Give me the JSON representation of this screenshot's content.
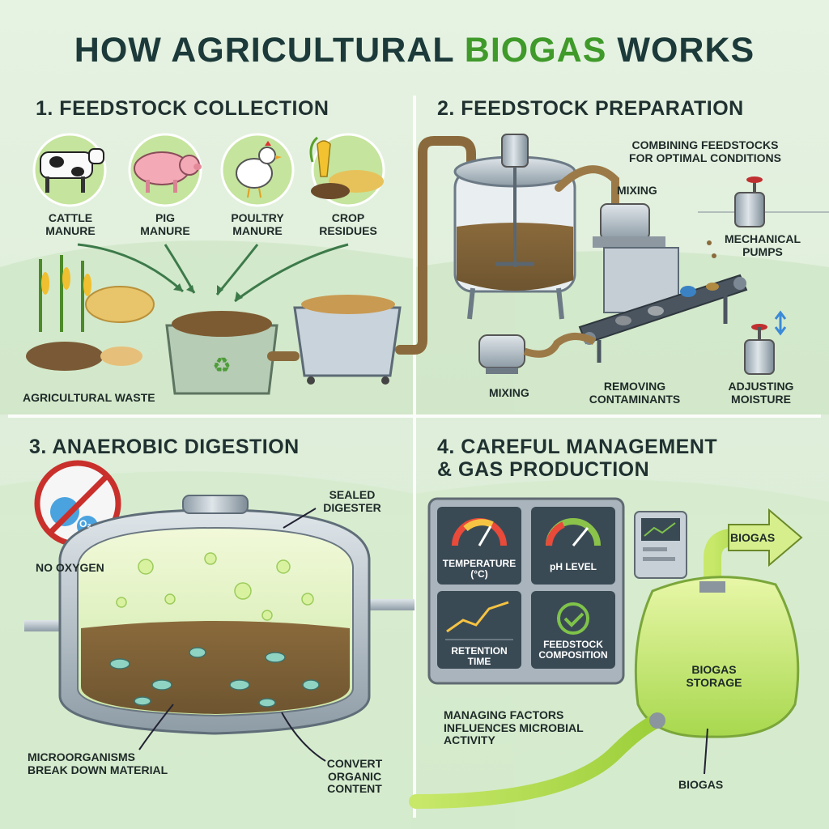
{
  "title": {
    "prefix": "HOW AGRICULTURAL ",
    "accent": "BIOGAS",
    "suffix": " WORKS"
  },
  "colors": {
    "accent_green": "#3f9a2a",
    "title_dark": "#1c3a3a",
    "screen_dark": "#3a4a55"
  },
  "sections": {
    "feedstock_collection": {
      "heading": "1. FEEDSTOCK COLLECTION",
      "sources": [
        {
          "icon": "cow-icon",
          "label_line1": "CATTLE",
          "label_line2": "MANURE"
        },
        {
          "icon": "pig-icon",
          "label_line1": "PIG",
          "label_line2": "MANURE"
        },
        {
          "icon": "chicken-icon",
          "label_line1": "POULTRY",
          "label_line2": "MANURE"
        },
        {
          "icon": "corn-icon",
          "label_line1": "CROP",
          "label_line2": "RESIDUES"
        }
      ],
      "waste_label": "AGRICULTURAL WASTE"
    },
    "feedstock_preparation": {
      "heading": "2. FEEDSTOCK PREPARATION",
      "note_line1": "COMBINING FEEDSTOCKS",
      "note_line2": "FOR OPTIMAL CONDITIONS",
      "mixing_top": "MIXING",
      "pumps_line1": "MECHANICAL",
      "pumps_line2": "PUMPS",
      "mixing_bottom": "MIXING",
      "removing_line1": "REMOVING",
      "removing_line2": "CONTAMINANTS",
      "moisture_line1": "ADJUSTING",
      "moisture_line2": "MOISTURE"
    },
    "anaerobic_digestion": {
      "heading": "3. ANAEROBIC DIGESTION",
      "no_oxygen": "NO OXYGEN",
      "o2_symbol": "O₂",
      "sealed_line1": "SEALED",
      "sealed_line2": "DIGESTER",
      "micro_line1": "MICROORGANISMS",
      "micro_line2": "BREAK DOWN MATERIAL",
      "convert_line1": "CONVERT",
      "convert_line2": "ORGANIC",
      "convert_line3": "CONTENT"
    },
    "gas_production": {
      "heading_line1": "4. CAREFUL MANAGEMENT",
      "heading_line2": "& GAS PRODUCTION",
      "temperature_line1": "TEMPERATURE",
      "temperature_line2": "(°C)",
      "ph": "pH LEVEL",
      "retention_line1": "RETENTION",
      "retention_line2": "TIME",
      "composition_line1": "FEEDSTOCK",
      "composition_line2": "COMPOSITION",
      "managing_line1": "MANAGING FACTORS",
      "managing_line2": "INFLUENCES MICROBIAL",
      "managing_line3": "ACTIVITY",
      "storage_line1": "BIOGAS",
      "storage_line2": "STORAGE",
      "arrow_label": "BIOGAS",
      "bottom_label": "BIOGAS"
    }
  }
}
